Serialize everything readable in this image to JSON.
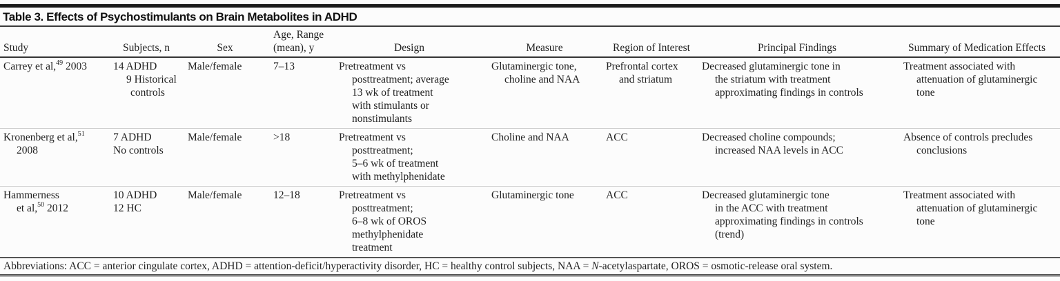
{
  "table": {
    "title": "Table 3. Effects of Psychostimulants on Brain Metabolites in ADHD",
    "columns": [
      {
        "id": "study",
        "header": [
          "Study"
        ]
      },
      {
        "id": "subjects",
        "header": [
          "Subjects, n"
        ]
      },
      {
        "id": "sex",
        "header": [
          "Sex"
        ]
      },
      {
        "id": "age",
        "header": [
          "Age, Range",
          "(mean), y"
        ]
      },
      {
        "id": "design",
        "header": [
          "Design"
        ]
      },
      {
        "id": "measure",
        "header": [
          "Measure"
        ]
      },
      {
        "id": "region",
        "header": [
          "Region of Interest"
        ]
      },
      {
        "id": "findings",
        "header": [
          "Principal Findings"
        ]
      },
      {
        "id": "summary",
        "header": [
          "Summary of Medication Effects"
        ]
      }
    ],
    "rows": [
      {
        "study": [
          {
            "i": 0,
            "p": [
              {
                "t": "Carrey et al,"
              },
              {
                "t": "49",
                "sup": true
              },
              {
                "t": " 2003"
              }
            ]
          }
        ],
        "subjects": [
          {
            "i": 0,
            "p": [
              {
                "t": "14 ADHD"
              }
            ]
          },
          {
            "i": 1,
            "p": [
              {
                "t": "9 Historical"
              }
            ]
          },
          {
            "i": 2,
            "p": [
              {
                "t": "controls"
              }
            ]
          }
        ],
        "sex": [
          {
            "i": 0,
            "p": [
              {
                "t": "Male/female"
              }
            ]
          }
        ],
        "age": [
          {
            "i": 0,
            "p": [
              {
                "t": "7–13"
              }
            ]
          }
        ],
        "design": [
          {
            "i": 0,
            "p": [
              {
                "t": "Pretreatment vs"
              }
            ]
          },
          {
            "i": 1,
            "p": [
              {
                "t": "posttreatment; average"
              }
            ]
          },
          {
            "i": 1,
            "p": [
              {
                "t": "13 wk of treatment"
              }
            ]
          },
          {
            "i": 1,
            "p": [
              {
                "t": "with stimulants or"
              }
            ]
          },
          {
            "i": 1,
            "p": [
              {
                "t": "nonstimulants"
              }
            ]
          }
        ],
        "measure": [
          {
            "i": 0,
            "p": [
              {
                "t": "Glutaminergic tone,"
              }
            ]
          },
          {
            "i": 1,
            "p": [
              {
                "t": "choline and NAA"
              }
            ]
          }
        ],
        "region": [
          {
            "i": 0,
            "p": [
              {
                "t": "Prefrontal cortex"
              }
            ]
          },
          {
            "i": 1,
            "p": [
              {
                "t": "and striatum"
              }
            ]
          }
        ],
        "findings": [
          {
            "i": 0,
            "p": [
              {
                "t": "Decreased glutaminergic tone in"
              }
            ]
          },
          {
            "i": 1,
            "p": [
              {
                "t": "the striatum with treatment"
              }
            ]
          },
          {
            "i": 1,
            "p": [
              {
                "t": "approximating findings in controls"
              }
            ]
          }
        ],
        "summary": [
          {
            "i": 0,
            "p": [
              {
                "t": "Treatment associated with"
              }
            ]
          },
          {
            "i": 1,
            "p": [
              {
                "t": "attenuation of glutaminergic"
              }
            ]
          },
          {
            "i": 1,
            "p": [
              {
                "t": "tone"
              }
            ]
          }
        ]
      },
      {
        "study": [
          {
            "i": 0,
            "p": [
              {
                "t": "Kronenberg et al,"
              },
              {
                "t": "51",
                "sup": true
              }
            ]
          },
          {
            "i": 1,
            "p": [
              {
                "t": "2008"
              }
            ]
          }
        ],
        "subjects": [
          {
            "i": 0,
            "p": [
              {
                "t": "7 ADHD"
              }
            ]
          },
          {
            "i": 0,
            "p": [
              {
                "t": "No controls"
              }
            ]
          }
        ],
        "sex": [
          {
            "i": 0,
            "p": [
              {
                "t": "Male/female"
              }
            ]
          }
        ],
        "age": [
          {
            "i": 0,
            "p": [
              {
                "t": ">18"
              }
            ]
          }
        ],
        "design": [
          {
            "i": 0,
            "p": [
              {
                "t": "Pretreatment vs"
              }
            ]
          },
          {
            "i": 1,
            "p": [
              {
                "t": "posttreatment;"
              }
            ]
          },
          {
            "i": 1,
            "p": [
              {
                "t": "5–6 wk of treatment"
              }
            ]
          },
          {
            "i": 1,
            "p": [
              {
                "t": "with methylphenidate"
              }
            ]
          }
        ],
        "measure": [
          {
            "i": 0,
            "p": [
              {
                "t": "Choline and NAA"
              }
            ]
          }
        ],
        "region": [
          {
            "i": 0,
            "p": [
              {
                "t": "ACC"
              }
            ]
          }
        ],
        "findings": [
          {
            "i": 0,
            "p": [
              {
                "t": "Decreased choline compounds;"
              }
            ]
          },
          {
            "i": 1,
            "p": [
              {
                "t": "increased NAA levels in ACC"
              }
            ]
          }
        ],
        "summary": [
          {
            "i": 0,
            "p": [
              {
                "t": "Absence of controls precludes"
              }
            ]
          },
          {
            "i": 1,
            "p": [
              {
                "t": "conclusions"
              }
            ]
          }
        ]
      },
      {
        "study": [
          {
            "i": 0,
            "p": [
              {
                "t": "Hammerness"
              }
            ]
          },
          {
            "i": 1,
            "p": [
              {
                "t": "et al,"
              },
              {
                "t": "50",
                "sup": true
              },
              {
                "t": " 2012"
              }
            ]
          }
        ],
        "subjects": [
          {
            "i": 0,
            "p": [
              {
                "t": "10 ADHD"
              }
            ]
          },
          {
            "i": 0,
            "p": [
              {
                "t": "12 HC"
              }
            ]
          }
        ],
        "sex": [
          {
            "i": 0,
            "p": [
              {
                "t": "Male/female"
              }
            ]
          }
        ],
        "age": [
          {
            "i": 0,
            "p": [
              {
                "t": "12–18"
              }
            ]
          }
        ],
        "design": [
          {
            "i": 0,
            "p": [
              {
                "t": "Pretreatment vs"
              }
            ]
          },
          {
            "i": 1,
            "p": [
              {
                "t": "posttreatment;"
              }
            ]
          },
          {
            "i": 1,
            "p": [
              {
                "t": "6–8 wk of OROS"
              }
            ]
          },
          {
            "i": 1,
            "p": [
              {
                "t": "methylphenidate"
              }
            ]
          },
          {
            "i": 1,
            "p": [
              {
                "t": "treatment"
              }
            ]
          }
        ],
        "measure": [
          {
            "i": 0,
            "p": [
              {
                "t": "Glutaminergic tone"
              }
            ]
          }
        ],
        "region": [
          {
            "i": 0,
            "p": [
              {
                "t": "ACC"
              }
            ]
          }
        ],
        "findings": [
          {
            "i": 0,
            "p": [
              {
                "t": "Decreased glutaminergic tone"
              }
            ]
          },
          {
            "i": 1,
            "p": [
              {
                "t": "in the ACC with treatment"
              }
            ]
          },
          {
            "i": 1,
            "p": [
              {
                "t": "approximating findings in controls"
              }
            ]
          },
          {
            "i": 1,
            "p": [
              {
                "t": "(trend)"
              }
            ]
          }
        ],
        "summary": [
          {
            "i": 0,
            "p": [
              {
                "t": "Treatment associated with"
              }
            ]
          },
          {
            "i": 1,
            "p": [
              {
                "t": "attenuation of glutaminergic"
              }
            ]
          },
          {
            "i": 1,
            "p": [
              {
                "t": "tone"
              }
            ]
          }
        ]
      }
    ],
    "footnote": [
      {
        "t": "Abbreviations: ACC = anterior cingulate cortex, ADHD = attention-deficit/hyperactivity disorder, HC = healthy control subjects, NAA = "
      },
      {
        "t": "N",
        "it": true
      },
      {
        "t": "-acetylaspartate, OROS = osmotic-release oral system."
      }
    ]
  },
  "colors": {
    "top_rule": "#1b1b1b",
    "header_rule": "#333333",
    "row_divider": "#cfcfcf",
    "footnote_rule": "#555555",
    "bottom_rule_light": "#b5b5b5",
    "text": "#1f1f1f",
    "background": "#fcfcfc"
  }
}
